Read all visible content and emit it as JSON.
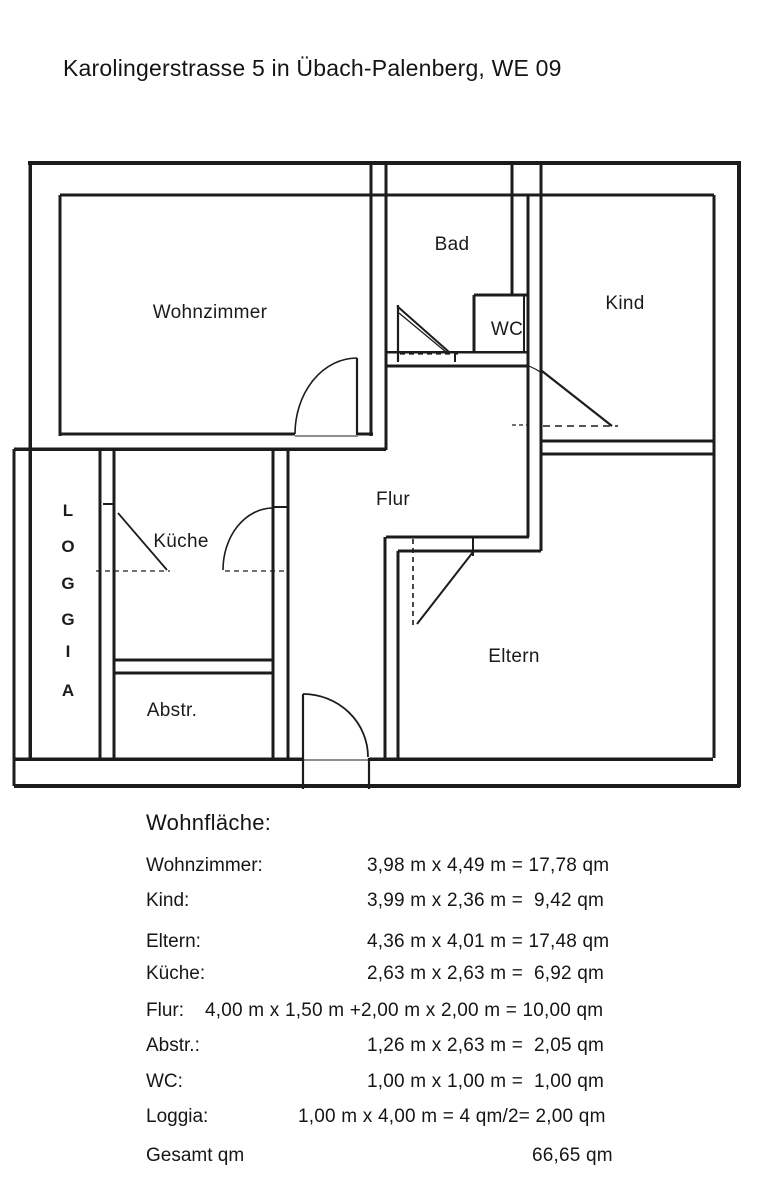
{
  "title": "Karolingerstrasse 5 in Übach-Palenberg, WE 09",
  "floorplan": {
    "rooms": {
      "wohnzimmer": "Wohnzimmer",
      "bad": "Bad",
      "wc": "WC",
      "kind": "Kind",
      "flur": "Flur",
      "kueche": "Küche",
      "abstellraum": "Abstr.",
      "eltern": "Eltern"
    },
    "loggia_letters": [
      "L",
      "O",
      "G",
      "G",
      "I",
      "A"
    ],
    "ink_color": "#1c1c1c"
  },
  "area_table": {
    "heading": "Wohnfläche:",
    "rows": [
      {
        "label": "Wohnzimmer:",
        "value": "3,98 m x 4,49 m = 17,78 qm"
      },
      {
        "label": "Kind:",
        "value": "3,99 m x 2,36 m =  9,42 qm"
      },
      {
        "label": "Eltern:",
        "value": "4,36 m x 4,01 m = 17,48 qm"
      },
      {
        "label": "Küche:",
        "value": "2,63 m x 2,63 m =  6,92 qm"
      },
      {
        "label": "Flur:",
        "value": "4,00 m x 1,50 m +2,00 m x 2,00 m = 10,00 qm"
      },
      {
        "label": "Abstr.:",
        "value": "1,26 m x 2,63 m =  2,05 qm"
      },
      {
        "label": "WC:",
        "value": "1,00 m x 1,00 m =  1,00 qm"
      },
      {
        "label": "Loggia:",
        "value": "1,00 m x 4,00 m = 4 qm/2= 2,00 qm"
      },
      {
        "label": "Gesamt qm",
        "value": "66,65 qm"
      }
    ]
  }
}
